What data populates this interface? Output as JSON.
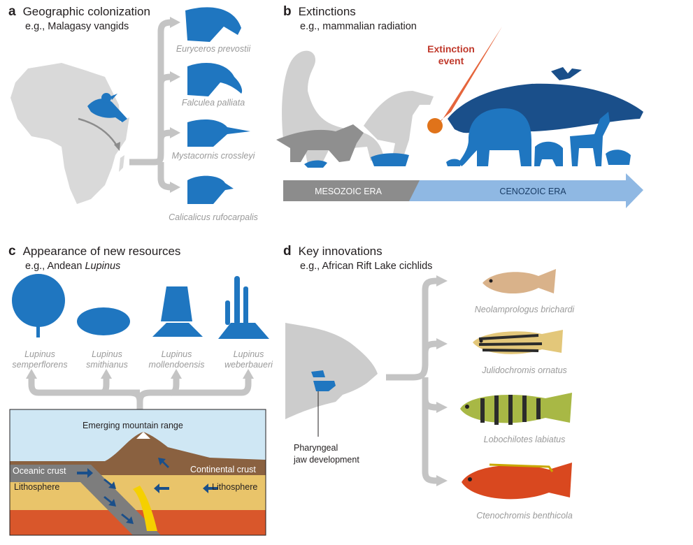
{
  "panel_a": {
    "letter": "a",
    "title": "Geographic colonization",
    "subtitle": "e.g., Malagasy vangids",
    "species": [
      "Euryceros prevostii",
      "Falculea palliata",
      "Mystacornis crossleyi",
      "Calicalicus rufocarpalis"
    ]
  },
  "panel_b": {
    "letter": "b",
    "title": "Extinctions",
    "subtitle": "e.g., mammalian radiation",
    "event_label_1": "Extinction",
    "event_label_2": "event",
    "era_1": "MESOZOIC ERA",
    "era_2": "CENOZOIC ERA"
  },
  "panel_c": {
    "letter": "c",
    "title": "Appearance of new resources",
    "subtitle_prefix": "e.g., Andean ",
    "subtitle_italic": "Lupinus",
    "species": [
      {
        "line1": "Lupinus",
        "line2": "semperflorens"
      },
      {
        "line1": "Lupinus",
        "line2": "smithianus"
      },
      {
        "line1": "Lupinus",
        "line2": "mollendoensis"
      },
      {
        "line1": "Lupinus",
        "line2": "weberbaueri"
      }
    ],
    "mountain_label": "Emerging mountain range",
    "oceanic_label": "Oceanic crust",
    "continental_label": "Continental crust",
    "litho_left": "Lithosphere",
    "litho_right": "Lithosphere"
  },
  "panel_d": {
    "letter": "d",
    "title": "Key innovations",
    "subtitle": "e.g., African Rift Lake cichlids",
    "jaw_label_1": "Pharyngeal",
    "jaw_label_2": "jaw development",
    "species": [
      "Neolamprologus brichardi",
      "Julidochromis ornatus",
      "Lobochilotes labiatus",
      "Ctenochromis benthicola"
    ]
  },
  "colors": {
    "blue": "#1f76c0",
    "dark_blue": "#1a4f8a",
    "grey": "#c8c8c8",
    "dark_grey": "#8c8c8c",
    "red_label": "#c0392b"
  }
}
